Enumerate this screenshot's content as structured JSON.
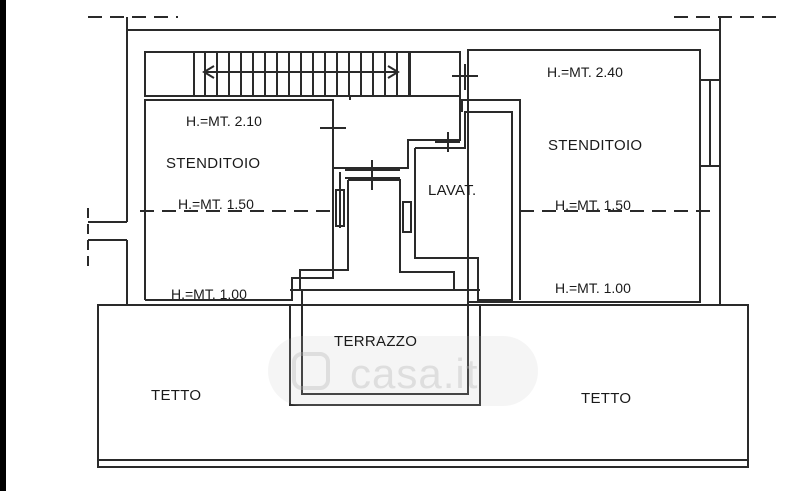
{
  "plan": {
    "rooms": {
      "stenditoio_left": "STENDITOIO",
      "stenditoio_right": "STENDITOIO",
      "lavat": "LAVAT.",
      "terrazzo": "TERRAZZO",
      "tetto_left": "TETTO",
      "tetto_right": "TETTO"
    },
    "heights": {
      "left_top": "H.=MT. 2.10",
      "left_mid": "H.=MT. 1.50",
      "left_bottom": "H.=MT. 1.00",
      "right_top": "H.=MT. 2.40",
      "right_mid": "H.=MT. 1.50",
      "right_bottom": "H.=MT. 1.00"
    },
    "watermark": "casa.it"
  },
  "colors": {
    "wall": "#2a2a2a",
    "dashed": "#333333",
    "background": "#ffffff"
  }
}
